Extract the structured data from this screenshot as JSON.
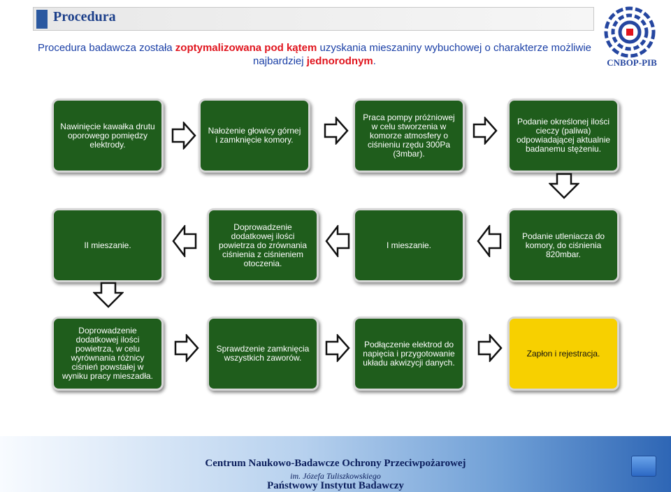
{
  "header": {
    "title": "Procedura",
    "logo_text": "CNBOP-PIB"
  },
  "intro": {
    "part1": "Procedura badawcza została ",
    "highlight1": "zoptymalizowana pod kątem",
    "part2": " uzyskania mieszaniny wybuchowej o charakterze możliwie najbardziej ",
    "highlight2": "jednorodnym",
    "part3": "."
  },
  "steps": [
    {
      "text": "Nawinięcie kawałka drutu oporowego pomiędzy elektrody."
    },
    {
      "text": "Nałożenie głowicy górnej i zamknięcie komory."
    },
    {
      "text": "Praca pompy próżniowej w celu stworzenia w komorze atmosfery o ciśnieniu rzędu 300Pa (3mbar)."
    },
    {
      "text": "Podanie określonej ilości cieczy (paliwa) odpowiadającej aktualnie badanemu stężeniu."
    },
    {
      "text": "Podanie utleniacza do komory, do ciśnienia 820mbar."
    },
    {
      "text": "I mieszanie."
    },
    {
      "text": "Doprowadzenie dodatkowej ilości powietrza do zrównania ciśnienia z ciśnieniem otoczenia."
    },
    {
      "text": "II mieszanie."
    },
    {
      "text": "Doprowadzenie dodatkowej ilości powietrza, w celu wyrównania różnicy ciśnień powstałej w wyniku pracy mieszadła."
    },
    {
      "text": "Sprawdzenie zamknięcia wszystkich zaworów."
    },
    {
      "text": "Podłączenie elektrod do napięcia i przygotowanie układu akwizycji danych."
    },
    {
      "text": "Zapłon i rejestracja."
    }
  ],
  "colors": {
    "step_fill": "#1f5d1c",
    "final_step_fill": "#f7d000",
    "title_text": "#1c3f8a",
    "intro_text": "#1a3fa6",
    "highlight_text": "#e0141d"
  },
  "footer": {
    "line1": "Centrum Naukowo-Badawcze Ochrony Przeciwpożarowej",
    "line2": "im. Józefa Tuliszkowskiego",
    "line3": "Państwowy Instytut Badawczy"
  }
}
